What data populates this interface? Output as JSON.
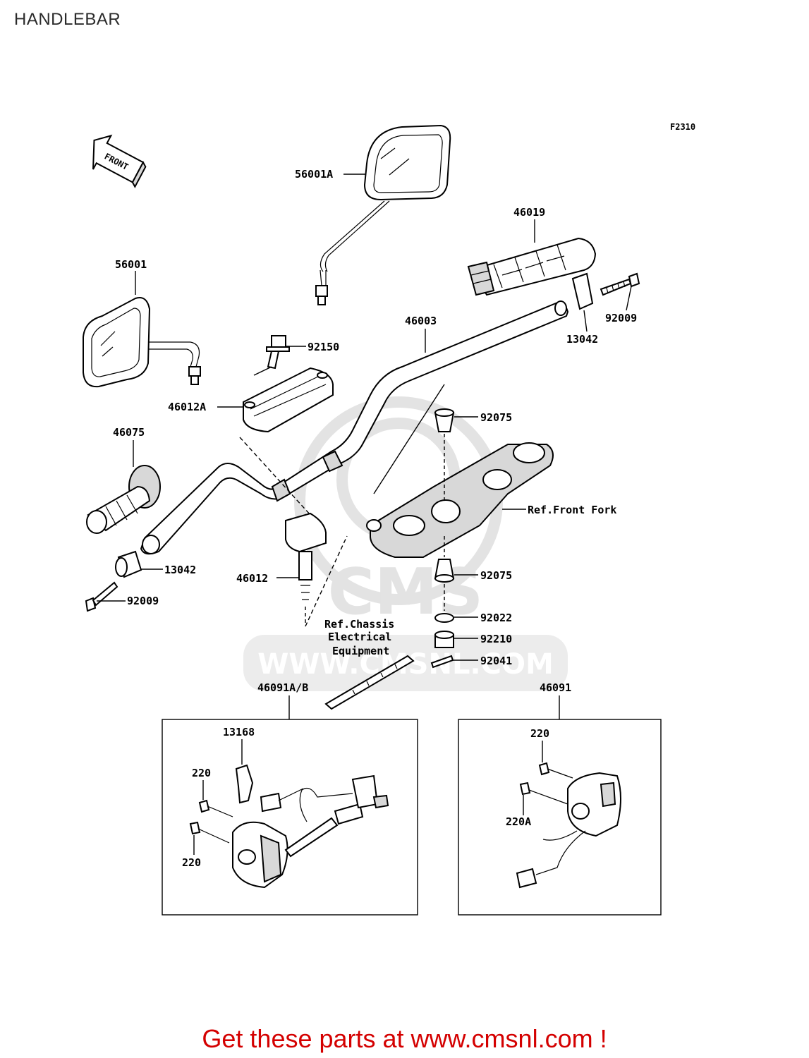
{
  "header": {
    "title": "HANDLEBAR"
  },
  "figure_code": "F2310",
  "direction_label": "FRONT",
  "watermark": {
    "brand": "CMS",
    "url": "WWW.CMSNL.COM"
  },
  "parts": {
    "mirror_right": "56001A",
    "mirror_left": "56001",
    "grip_right": "46019",
    "handlebar": "46003",
    "bolt_holder": "92150",
    "holder_upper": "46012A",
    "grip_left": "46075",
    "weight_right": "13042",
    "screw_right": "92009",
    "damper_upper": "92075",
    "weight_left": "13042",
    "screw_left": "92009",
    "holder_lower": "46012",
    "damper_lower": "92075",
    "washer": "92022",
    "nut": "92210",
    "cotter_pin": "92041",
    "switch_left_group": "46091A/B",
    "switch_right_group": "46091",
    "clamp": "13168",
    "screw_left_switch_a": "220",
    "screw_left_switch_b": "220",
    "screw_right_switch_a": "220",
    "screw_right_switch_b": "220A"
  },
  "references": {
    "front_fork": "Ref.Front Fork",
    "chassis_line1": "Ref.Chassis",
    "chassis_line2": "Electrical",
    "chassis_line3": "Equipment"
  },
  "footer": {
    "cta": "Get these parts at www.cmsnl.com !"
  }
}
